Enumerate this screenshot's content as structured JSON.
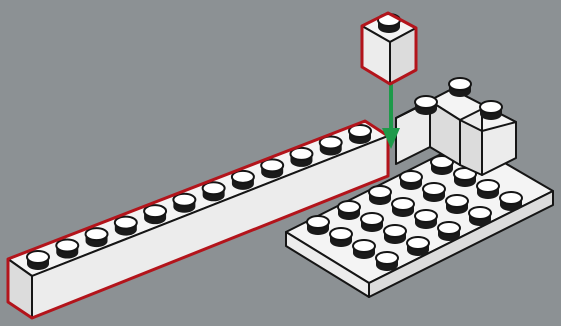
{
  "scene": {
    "background": "#8c9194",
    "brick_color": "#f4f4f4",
    "outline_color": "#151515",
    "highlight_color": "#b3141b",
    "arrow_color": "#1e9a4a"
  },
  "parts": {
    "long_brick_studs": 12,
    "single_brick_studs": 1,
    "plate_studs": 20,
    "tall_block_studs": 3
  }
}
